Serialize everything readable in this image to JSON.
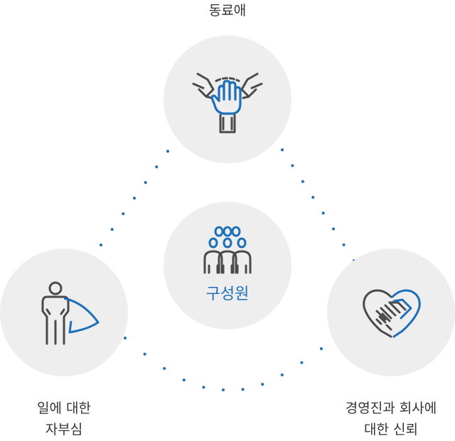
{
  "nodes": {
    "top": {
      "label": "동료애",
      "icon": "teamwork-hands-icon"
    },
    "center": {
      "label": "구성원",
      "icon": "group-people-icon"
    },
    "left": {
      "label_line1": "일에 대한",
      "label_line2": "자부심",
      "icon": "hero-cape-icon"
    },
    "right": {
      "label_line1": "경영진과 회사에",
      "label_line2": "대한 신뢰",
      "icon": "handshake-heart-icon"
    }
  },
  "colors": {
    "accent": "#1d6fb8",
    "icon_dark": "#4a4a4a",
    "circle_bg": "#eeeeee",
    "dot": "#1d6fb8",
    "text": "#333333"
  }
}
